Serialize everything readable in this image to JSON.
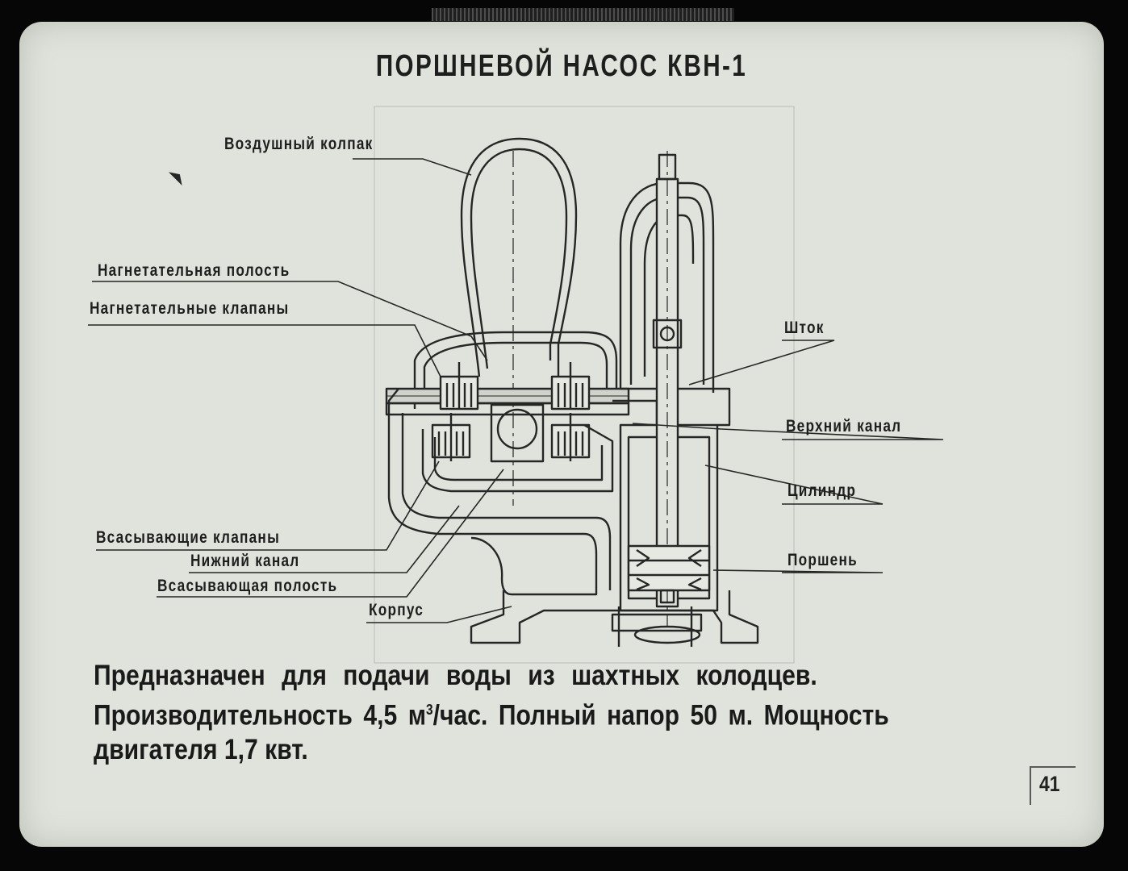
{
  "slide": {
    "title": "ПОРШНЕВОЙ НАСОС КВН-1",
    "labels": {
      "air_cap": "Воздушный колпак",
      "discharge_cavity": "Нагнетательная полость",
      "discharge_valves": "Нагнетательные клапаны",
      "rod": "Шток",
      "upper_channel": "Верхний канал",
      "cylinder": "Цилиндр",
      "piston": "Поршень",
      "suction_valves": "Всасывающие клапаны",
      "lower_channel": "Нижний канал",
      "suction_cavity": "Всасывающая полость",
      "housing": "Корпус"
    },
    "description": {
      "line1": "Предназначен для подачи воды из шахтных колодцев.",
      "line2_a": "Производительность 4,5 м",
      "line2_sup": "3",
      "line2_b": "/час. Полный напор 50 м. Мощность",
      "line3": "двигателя 1,7 квт."
    },
    "page_number": "41"
  }
}
